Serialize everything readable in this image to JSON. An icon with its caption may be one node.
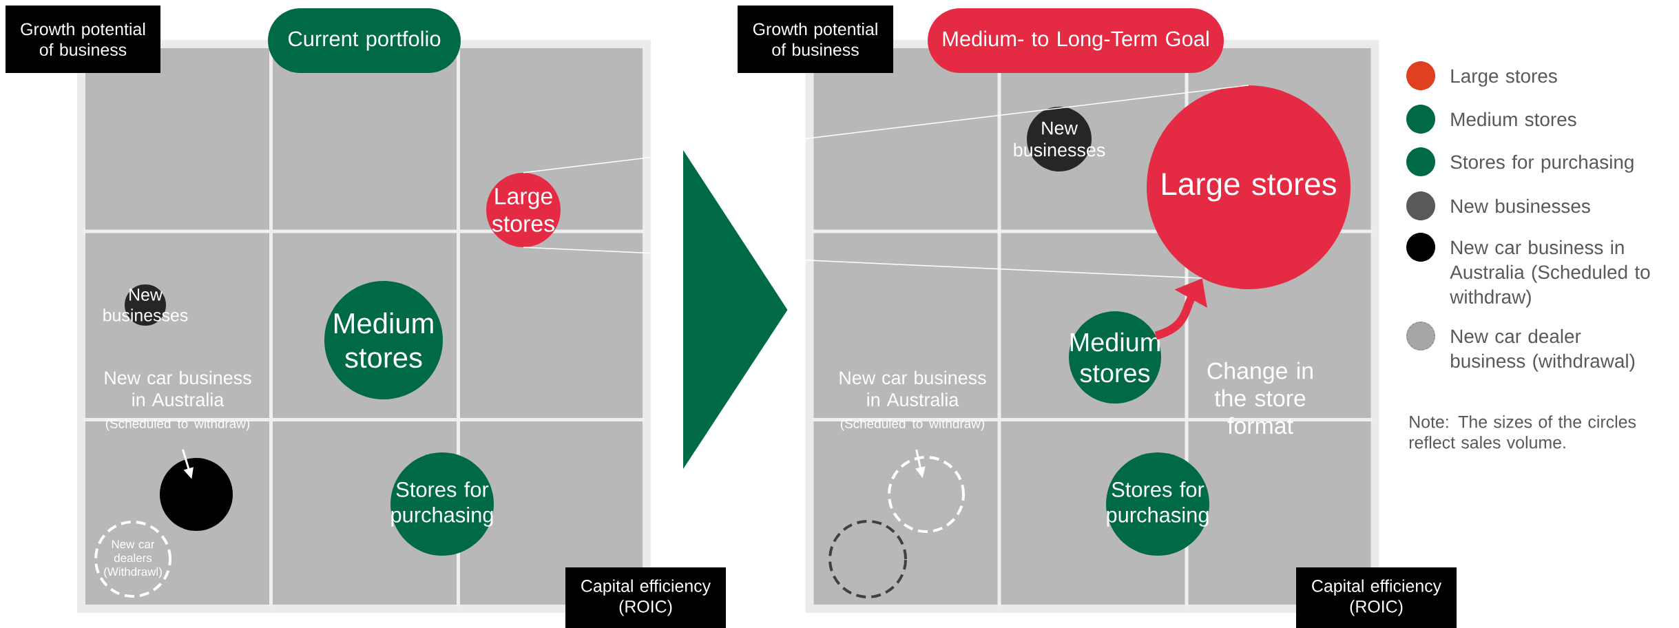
{
  "diagram": {
    "nodes": [
      {
        "text": [
          "Growth potential of business"
        ]
      },
      {
        "text": [
          "Current portfolio"
        ]
      },
      {
        "text": [],
        "shape": "box"
      },
      {
        "text": [
          "Large stores"
        ],
        "in": 2
      },
      {
        "text": [
          "New businesses"
        ],
        "in": 2
      },
      {
        "text": [
          "Medium stores"
        ],
        "in": 2
      },
      {
        "text": [
          "New car business in Australia",
          "(Scheduled to withdraw)"
        ],
        "in": 2
      },
      {
        "text": [],
        "shape": "circle",
        "in": 2
      },
      {
        "text": [
          "Stores for purchasing"
        ],
        "in": 2
      },
      {
        "text": [
          "New car dealers (Withdrawl)"
        ],
        "in": 2
      },
      {
        "text": [
          "Capital efficiency (ROIC)"
        ]
      },
      {
        "text": [
          "Growth potential of business"
        ]
      },
      {
        "text": [
          "Medium- to Long-Term Goal"
        ]
      },
      {
        "text": [],
        "shape": "box"
      },
      {
        "text": [
          "New businesses"
        ],
        "in": 13
      },
      {
        "text": [
          "Large stores"
        ],
        "in": 13
      },
      {
        "text": [
          "Medium stores"
        ],
        "in": 13
      },
      {
        "text": [
          "New car business in Australia",
          "(Scheduled to withdraw)"
        ],
        "in": 13
      },
      {
        "text": [],
        "shape": "circle",
        "in": 13
      },
      {
        "text": [],
        "shape": "circle",
        "in": 13
      },
      {
        "text": [
          "Stores for purchasing"
        ],
        "in": 13
      },
      {
        "text": [
          "Capital efficiency (ROIC)"
        ]
      }
    ],
    "edges": [
      {
        "from": 6,
        "to": 7,
        "arrow": "to"
      },
      {
        "from": 3,
        "to": 15,
        "arrow": "none"
      },
      {
        "from": 3,
        "to": 15,
        "arrow": "none"
      },
      {
        "from": 2,
        "to": 13,
        "arrow": "to",
        "style": "thick",
        "color": "#006a45"
      },
      {
        "from": 17,
        "to": 18,
        "arrow": "to"
      },
      {
        "from": 16,
        "to": 15,
        "arrow": "to",
        "style": "thick",
        "color": "#e52b44"
      }
    ],
    "labels": [
      "Change in the store format",
      "Note: The sizes of the circles reflect sales volume."
    ],
    "legend": [
      {
        "text": "Large stores",
        "color": "#e04020"
      },
      {
        "text": "Medium stores",
        "color": "#006a45"
      },
      {
        "text": "Stores for purchasing",
        "color": "#006a45"
      },
      {
        "text": "New businesses",
        "color": "#595959"
      },
      {
        "text": "New car business in Australia (Scheduled to withdraw)",
        "color": "#000000"
      },
      {
        "text": "New car dealer business (withdrawal)",
        "color": "#a6a6a6"
      }
    ]
  }
}
